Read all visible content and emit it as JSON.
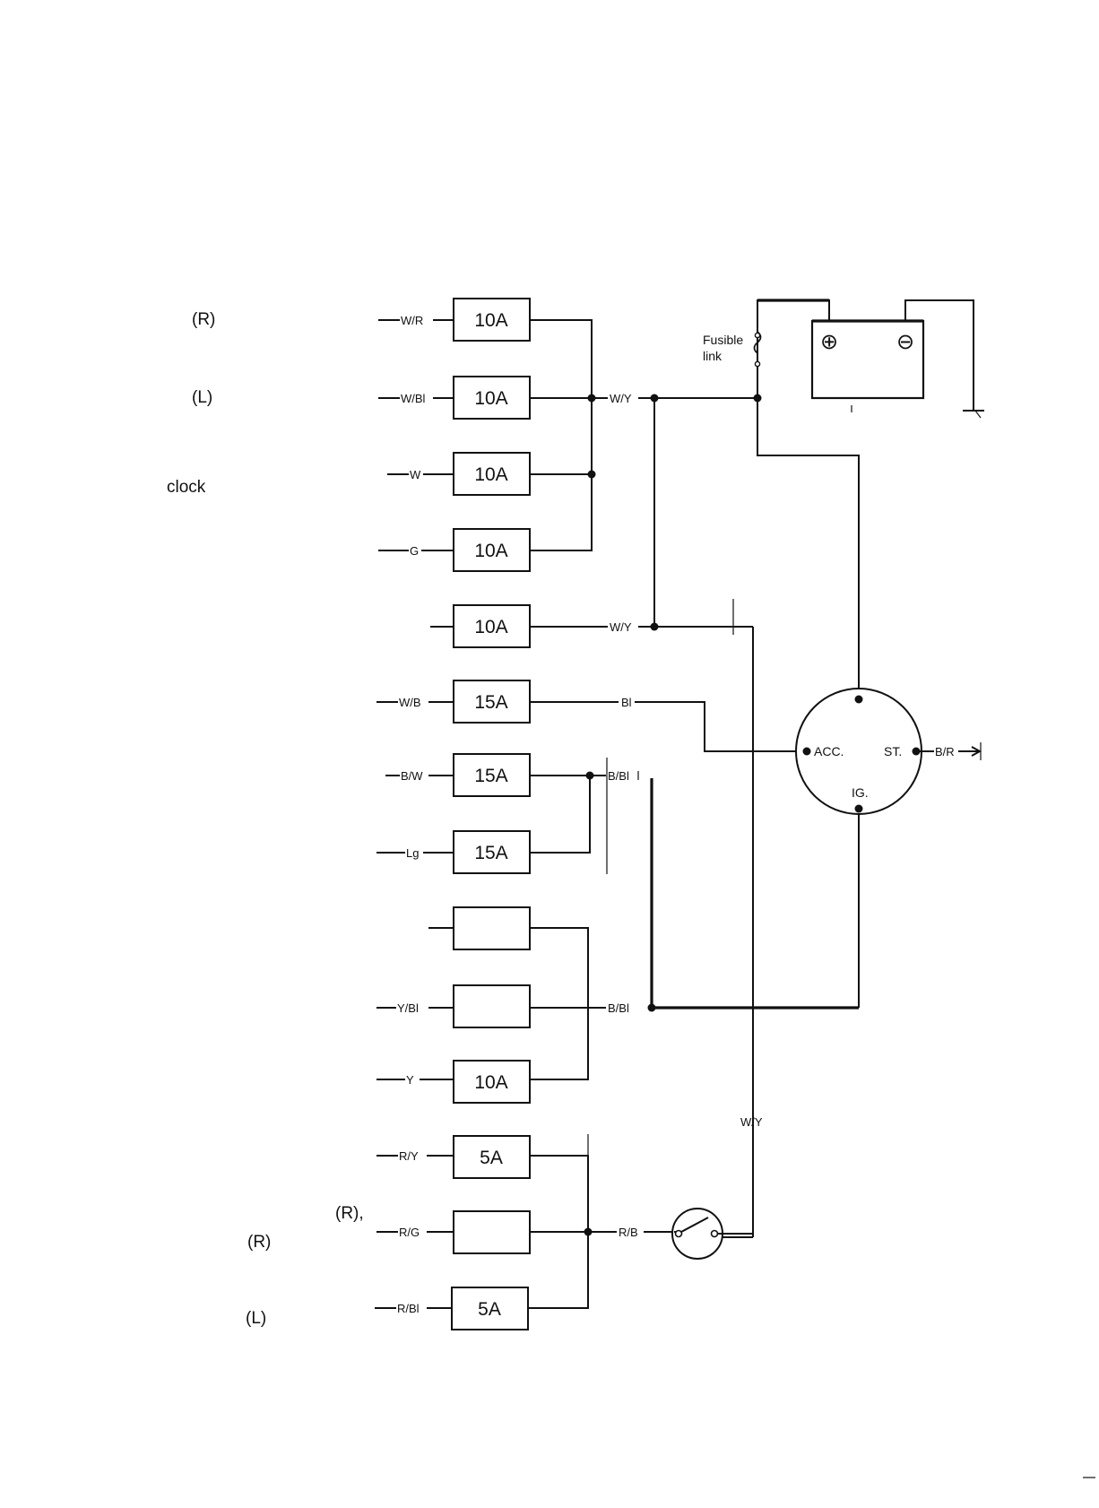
{
  "side_labels": {
    "r_top": "(R)",
    "l_top": "(L)",
    "clock": "clock",
    "r_mid": "(R),",
    "r_bottom": "(R)",
    "l_bottom": "(L)"
  },
  "fuses": [
    {
      "wire": "W/R",
      "rating": "10A"
    },
    {
      "wire": "W/Bl",
      "rating": "10A"
    },
    {
      "wire": "W",
      "rating": "10A"
    },
    {
      "wire": "G",
      "rating": "10A"
    },
    {
      "wire": "",
      "rating": "10A"
    },
    {
      "wire": "W/B",
      "rating": "15A"
    },
    {
      "wire": "B/W",
      "rating": "15A"
    },
    {
      "wire": "Lg",
      "rating": "15A"
    },
    {
      "wire": "",
      "rating": ""
    },
    {
      "wire": "Y/Bl",
      "rating": ""
    },
    {
      "wire": "Y",
      "rating": "10A"
    },
    {
      "wire": "R/Y",
      "rating": "5A"
    },
    {
      "wire": "R/G",
      "rating": ""
    },
    {
      "wire": "R/Bl",
      "rating": "5A"
    }
  ],
  "bus_labels": {
    "wy_top": "W/Y",
    "wy_mid": "W/Y",
    "bl": "Bl",
    "bbl_top": "B/Bl",
    "bbl_bottom": "B/Bl",
    "wy_vertical": "W/Y",
    "rb": "R/B"
  },
  "battery": {
    "fusible_link_line1": "Fusible",
    "fusible_link_line2": "link",
    "positive_symbol": "⊕",
    "negative_symbol": "⊖"
  },
  "ignition_switch": {
    "acc": "ACC.",
    "st": "ST.",
    "ig": "IG.",
    "output_wire": "B/R"
  }
}
